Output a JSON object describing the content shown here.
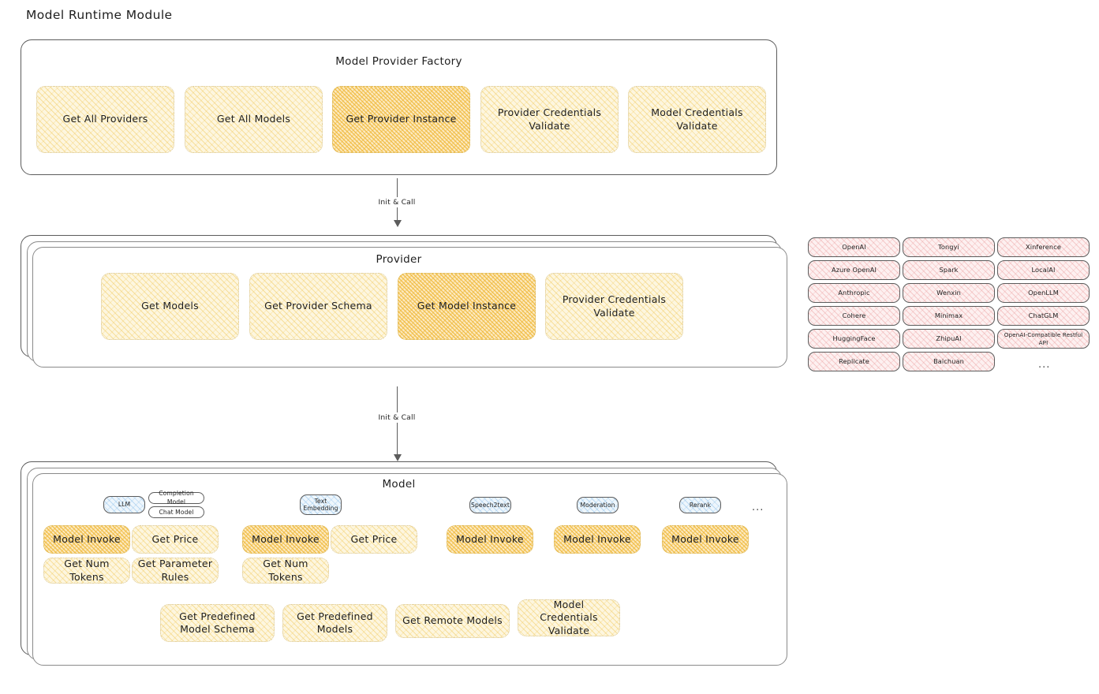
{
  "page": {
    "title": "Model Runtime Module"
  },
  "colors": {
    "amber_fill": "#fdf6df",
    "amber_strong_fill": "#fceac2",
    "pink_fill": "#fdf0f0",
    "blue_fill": "#eef6fc",
    "stroke": "#5c5c5c",
    "text": "#1e1e1e",
    "background": "#ffffff"
  },
  "factory": {
    "title": "Model Provider Factory",
    "nodes": [
      {
        "label": "Get All Providers",
        "highlighted": false
      },
      {
        "label": "Get All Models",
        "highlighted": false
      },
      {
        "label": "Get Provider Instance",
        "highlighted": true
      },
      {
        "label": "Provider Credentials Validate",
        "highlighted": false
      },
      {
        "label": "Model Credentials Validate",
        "highlighted": false
      }
    ]
  },
  "arrows": [
    {
      "label": "Init & Call",
      "from": "Model Provider Factory",
      "to": "Provider"
    },
    {
      "label": "Init & Call",
      "from": "Provider",
      "to": "Model"
    }
  ],
  "provider": {
    "title": "Provider",
    "nodes": [
      {
        "label": "Get Models",
        "highlighted": false
      },
      {
        "label": "Get Provider Schema",
        "highlighted": false
      },
      {
        "label": "Get Model Instance",
        "highlighted": true
      },
      {
        "label": "Provider Credentials Validate",
        "highlighted": false
      }
    ]
  },
  "provider_list": {
    "columns": [
      {
        "items": [
          "OpenAI",
          "Azure OpenAI",
          "Anthropic",
          "Cohere",
          "HuggingFace",
          "Replicate"
        ]
      },
      {
        "items": [
          "Tongyi",
          "Spark",
          "Wenxin",
          "Minimax",
          "ZhipuAI",
          "Baichuan"
        ]
      },
      {
        "items": [
          "Xinference",
          "LocalAI",
          "OpenLLM",
          "ChatGLM",
          "OpenAI-Compatible Restful API"
        ],
        "more": "..."
      }
    ]
  },
  "model": {
    "title": "Model",
    "more_marker": "...",
    "types": [
      {
        "name": "LLM",
        "pill_style": "blue",
        "sub_pills": [
          "Completion Model",
          "Chat Model"
        ],
        "methods": [
          {
            "label": "Model Invoke",
            "highlighted": true
          },
          {
            "label": "Get Price",
            "highlighted": false
          },
          {
            "label": "Get Num Tokens",
            "highlighted": false
          },
          {
            "label": "Get Parameter Rules",
            "highlighted": false
          }
        ]
      },
      {
        "name": "Text Embedding",
        "pill_style": "blue",
        "sub_pills": [],
        "methods": [
          {
            "label": "Model Invoke",
            "highlighted": true
          },
          {
            "label": "Get Price",
            "highlighted": false
          },
          {
            "label": "Get Num Tokens",
            "highlighted": false
          }
        ]
      },
      {
        "name": "Speech2text",
        "pill_style": "blue",
        "sub_pills": [],
        "methods": [
          {
            "label": "Model Invoke",
            "highlighted": true
          }
        ]
      },
      {
        "name": "Moderation",
        "pill_style": "blue",
        "sub_pills": [],
        "methods": [
          {
            "label": "Model Invoke",
            "highlighted": true
          }
        ]
      },
      {
        "name": "Rerank",
        "pill_style": "blue",
        "sub_pills": [],
        "methods": [
          {
            "label": "Model Invoke",
            "highlighted": true
          }
        ]
      }
    ],
    "common_methods": [
      {
        "label": "Get Predefined Model Schema"
      },
      {
        "label": "Get Predefined Models"
      },
      {
        "label": "Get Remote Models"
      },
      {
        "label": "Model Credentials Validate"
      }
    ]
  }
}
